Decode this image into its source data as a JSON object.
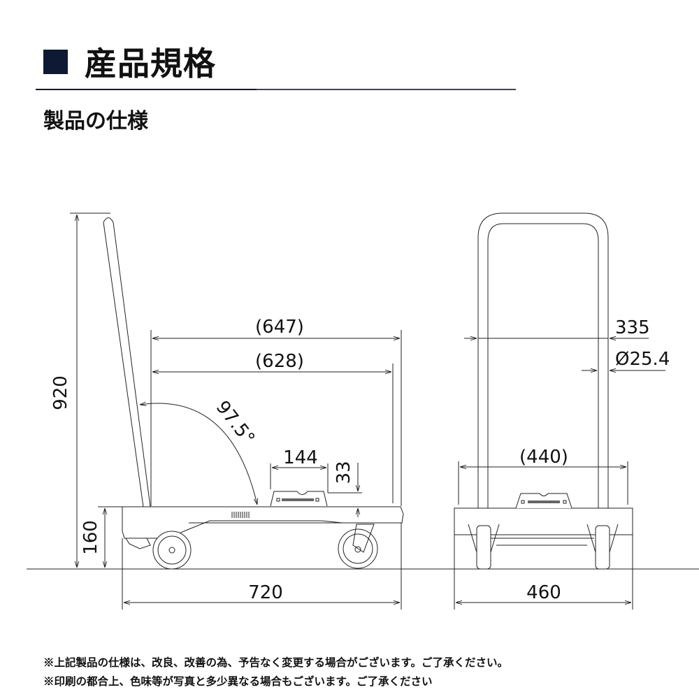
{
  "header": {
    "title": "産品規格",
    "subtitle": "製品の仕様",
    "accent_color": "#0e1a33"
  },
  "side_view": {
    "height_total": "920",
    "deck_height": "160",
    "length_total": "720",
    "length_outer": "(647)",
    "length_inner": "(628)",
    "handle_angle": "97.5°",
    "handle_grip_width": "144",
    "handle_grip_height": "33"
  },
  "front_view": {
    "handle_width": "335",
    "tube_diameter": "Ø25.4",
    "deck_width": "(440)",
    "width_total": "460"
  },
  "notes": [
    "※上記製品の仕様は、改良、改善の為、予告なく変更する場合がございます。ご了承ください。",
    "※印刷の都合上、色味等が写真と多少異なる場合もございます。ご了承ください"
  ]
}
